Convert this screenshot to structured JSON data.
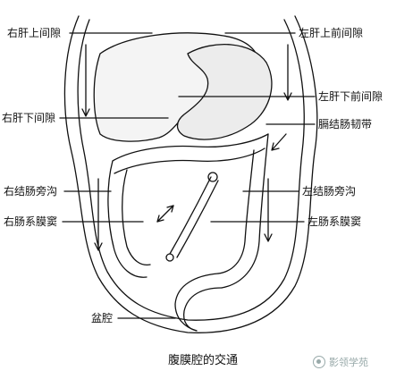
{
  "title": "腹膜腔的交通",
  "labels": {
    "right_suprahepatic": "右肝上间隙",
    "left_anterior_suprahepatic": "左肝上前间隙",
    "left_anterior_subhepatic": "左肝下前间隙",
    "right_subhepatic": "右肝下间隙",
    "phrenicocolic_ligament": "膈结肠韧带",
    "right_paracolic_gutter": "右结肠旁沟",
    "left_paracolic_gutter": "左结肠旁沟",
    "right_mesenteric_sinus": "右肠系膜窦",
    "left_mesenteric_sinus": "左肠系膜窦",
    "pelvic_cavity": "盆腔"
  },
  "watermark": "影领学苑"
}
